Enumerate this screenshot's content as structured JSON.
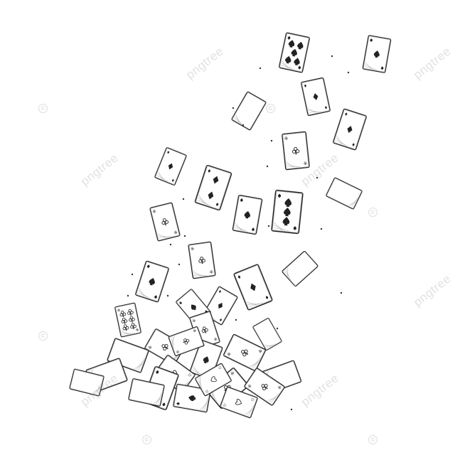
{
  "image": {
    "background": "#ffffff",
    "stroke_color": "#222222",
    "watermark": {
      "text": "pngtree",
      "color": "#9a9a9a"
    },
    "subject": "falling playing cards sketch",
    "card_suits": [
      "spade",
      "spade",
      "club",
      "diamond",
      "heart"
    ]
  }
}
